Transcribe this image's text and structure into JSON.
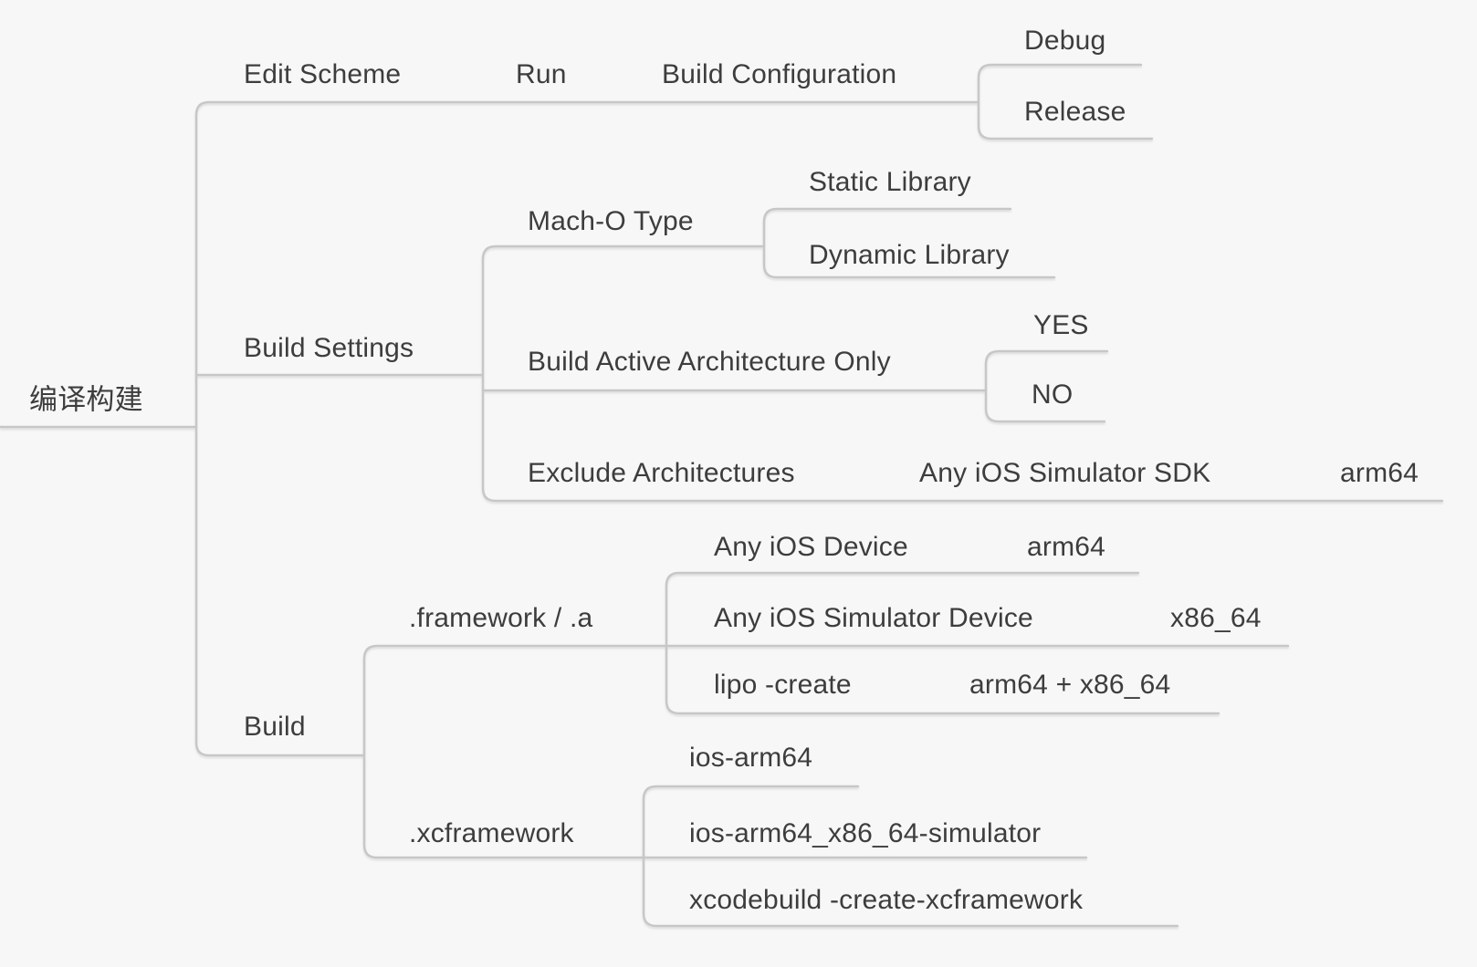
{
  "app": {
    "background_color": "#f7f7f7",
    "connector_color": "#c7c7c7",
    "text_color": "#3d3d3d"
  },
  "mindmap": {
    "root": {
      "label": "编译构建",
      "children": [
        {
          "label": "Edit Scheme",
          "children": [
            {
              "label": "Run",
              "children": [
                {
                  "label": "Build Configuration",
                  "children": [
                    {
                      "label": "Debug"
                    },
                    {
                      "label": "Release"
                    }
                  ]
                }
              ]
            }
          ]
        },
        {
          "label": "Build Settings",
          "children": [
            {
              "label": "Mach-O Type",
              "children": [
                {
                  "label": "Static Library"
                },
                {
                  "label": "Dynamic Library"
                }
              ]
            },
            {
              "label": "Build Active Architecture Only",
              "children": [
                {
                  "label": "YES"
                },
                {
                  "label": "NO"
                }
              ]
            },
            {
              "label": "Exclude Architectures",
              "children": [
                {
                  "label": "Any iOS Simulator SDK",
                  "children": [
                    {
                      "label": "arm64"
                    }
                  ]
                }
              ]
            }
          ]
        },
        {
          "label": "Build",
          "children": [
            {
              "label": ".framework / .a",
              "children": [
                {
                  "label": "Any iOS Device",
                  "children": [
                    {
                      "label": "arm64"
                    }
                  ]
                },
                {
                  "label": "Any iOS Simulator Device",
                  "children": [
                    {
                      "label": "x86_64"
                    }
                  ]
                },
                {
                  "label": "lipo -create",
                  "children": [
                    {
                      "label": "arm64 + x86_64"
                    }
                  ]
                }
              ]
            },
            {
              "label": ".xcframework",
              "children": [
                {
                  "label": "ios-arm64"
                },
                {
                  "label": "ios-arm64_x86_64-simulator"
                },
                {
                  "label": "xcodebuild -create-xcframework"
                }
              ]
            }
          ]
        }
      ]
    }
  }
}
